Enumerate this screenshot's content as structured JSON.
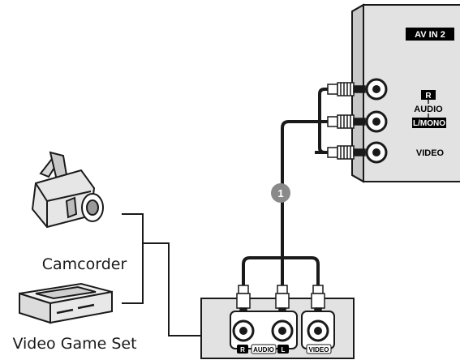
{
  "tv_panel": {
    "header": "AV IN 2",
    "labels": {
      "r": "R",
      "audio": "AUDIO",
      "lmono": "L/MONO",
      "video": "VIDEO"
    }
  },
  "source_box": {
    "labels": {
      "r": "R",
      "audio": "AUDIO",
      "l": "L",
      "video": "VIDEO"
    }
  },
  "callout": "1",
  "devices": {
    "camcorder": "Camcorder",
    "game_set": "Video Game Set"
  },
  "colors": {
    "panel_gray": "#e2e2e2",
    "stroke": "#1a1a1a",
    "callout_bg": "#8a8a8a",
    "label_bg": "#000000"
  }
}
